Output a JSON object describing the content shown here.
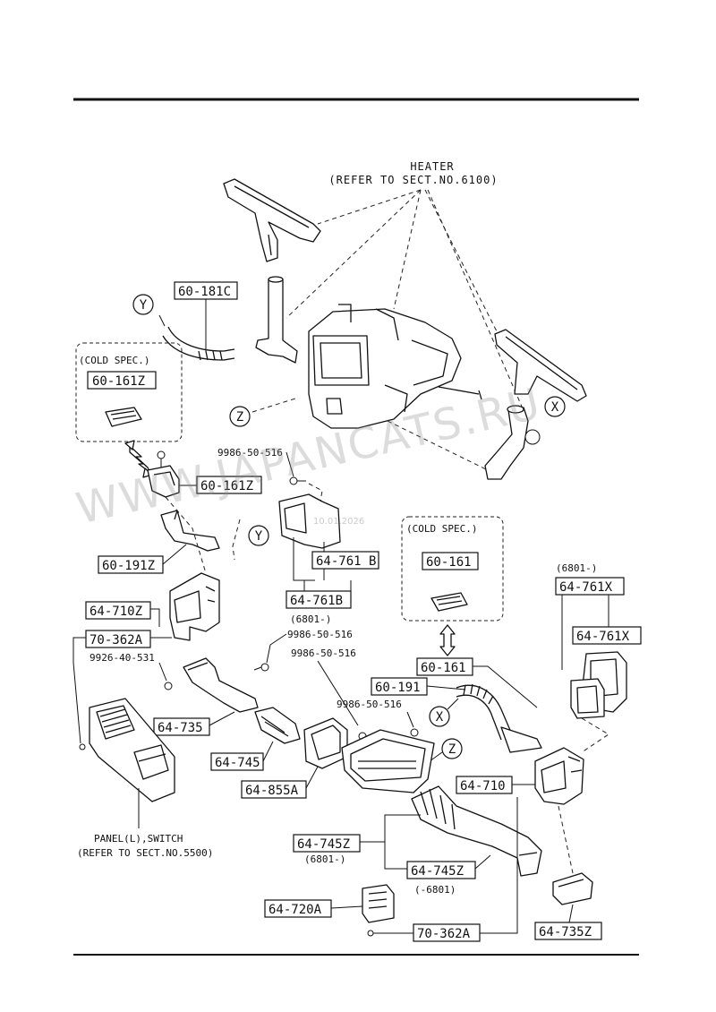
{
  "heater_note": {
    "line1": "HEATER",
    "line2": "(REFER TO SECT.NO.6100)"
  },
  "panel_note": {
    "line1": "PANEL(L),SWITCH",
    "line2": "(REFER TO SECT.NO.5500)"
  },
  "cold_spec_left": "(COLD SPEC.)",
  "cold_spec_right": "(COLD SPEC.)",
  "parts": {
    "p60_181C": "60-181C",
    "p60_161Z_a": "60-161Z",
    "p60_161Z_b": "60-161Z",
    "p60_191Z": "60-191Z",
    "p64_710Z": "64-710Z",
    "p70_362A_a": "70-362A",
    "p64_735": "64-735",
    "p64_745": "64-745",
    "p64_855A": "64-855A",
    "p64_761B_a": "64-761 B",
    "p64_761B_b": "64-761B",
    "p60_161": "60-161",
    "p60_161_b": "60-161",
    "p60_191": "60-191",
    "p64_761X_a": "64-761X",
    "p64_761X_b": "64-761X",
    "p64_710": "64-710",
    "p64_745Z_a": "64-745Z",
    "p64_745Z_b": "64-745Z",
    "p64_720A": "64-720A",
    "p70_362A_b": "70-362A",
    "p64_735Z": "64-735Z"
  },
  "fasteners": {
    "f1": "9986-50-516",
    "f2": "9986-50-516",
    "f3": "9986-50-516",
    "f4": "9986-50-516",
    "f5": "9926-40-531"
  },
  "notes": {
    "n6801_a": "(6801-)",
    "n6801_b": "(6801-)",
    "n6801_c": "(6801-)",
    "n6801_d": "(-6801)"
  },
  "refs": {
    "y1": "Y",
    "y2": "Y",
    "z1": "Z",
    "z2": "Z",
    "x1": "X",
    "x2": "X"
  },
  "watermark": "WWW.JAPANCATS.RU",
  "stamp": "10.01.2026"
}
